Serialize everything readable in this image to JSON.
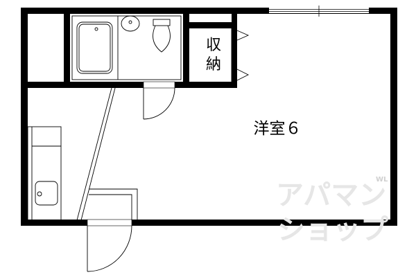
{
  "floor_plan": {
    "rooms": {
      "western_room": "洋室６",
      "storage_line1": "収",
      "storage_line2": "納"
    },
    "watermark": {
      "line1": "アパマン",
      "line2": "ショップ",
      "small": "WL"
    },
    "colors": {
      "wall": "#000000",
      "watermark": "#e6e6e6"
    }
  }
}
